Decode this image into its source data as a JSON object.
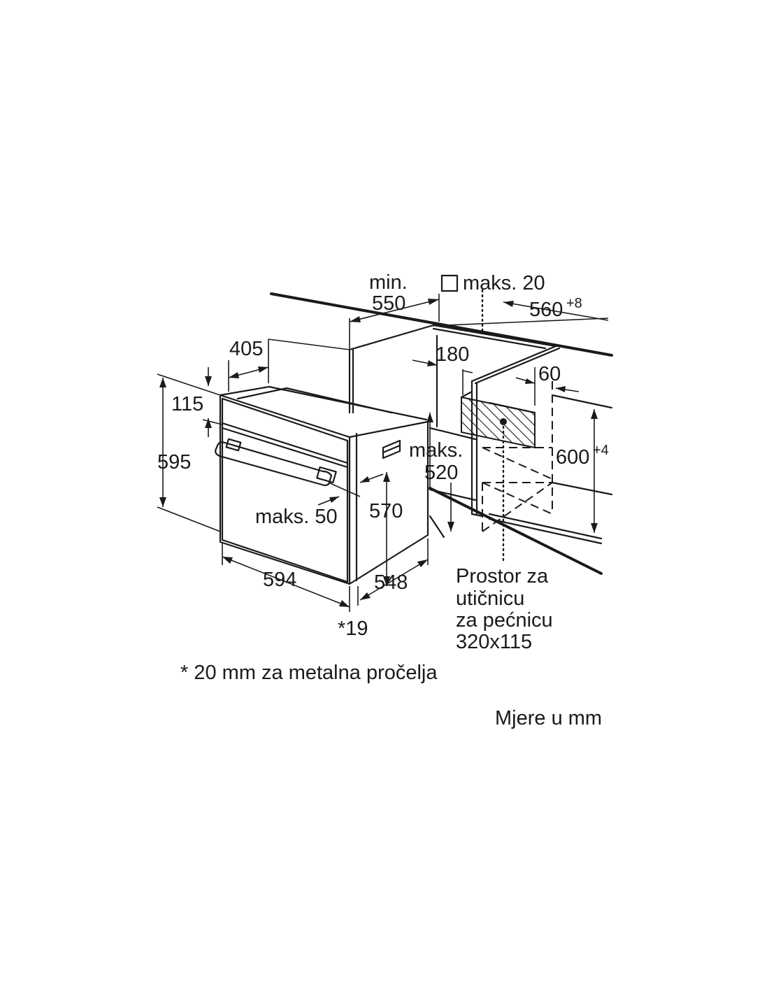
{
  "diagram": {
    "labels": {
      "min": "min.",
      "d550": "550",
      "maks20": "maks. 20",
      "d560": "560",
      "d560_tol": "+8",
      "d405": "405",
      "d180": "180",
      "d60": "60",
      "d115": "115",
      "d595": "595",
      "d600": "600",
      "d600_tol": "+4",
      "maks520_a": "maks.",
      "maks520_b": "520",
      "maks50": "maks. 50",
      "d570": "570",
      "d594": "594",
      "d548": "548",
      "d19": "*19",
      "socket_1": "Prostor za",
      "socket_2": "utičnicu",
      "socket_3": "za pećnicu",
      "socket_4": "320x115"
    },
    "footnote": "* 20 mm za metalna pročelja",
    "units_note": "Mjere u mm",
    "line_color": "#1a1a1a",
    "background_color": "#ffffff"
  }
}
